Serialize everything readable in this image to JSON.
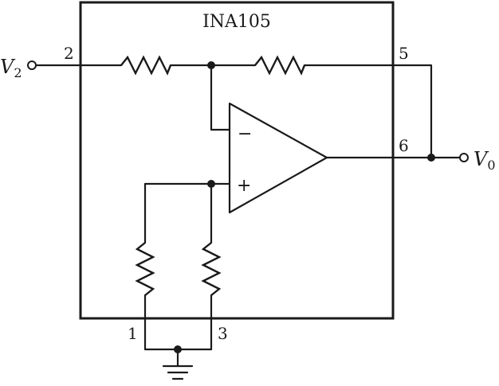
{
  "chip": {
    "name": "INA105"
  },
  "pins": {
    "p1": "1",
    "p2": "2",
    "p3": "3",
    "p5": "5",
    "p6": "6"
  },
  "signals": {
    "v2_main": "V",
    "v2_sub": "2",
    "vo_main": "V",
    "vo_sub": "0"
  },
  "opamp": {
    "minus": "−",
    "plus": "+"
  }
}
